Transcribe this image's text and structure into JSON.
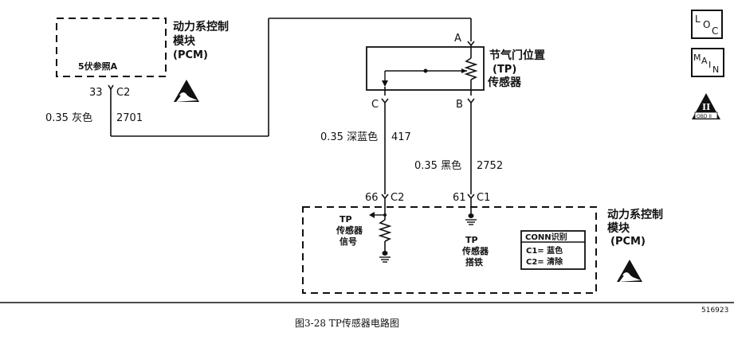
{
  "pcm_top": {
    "title_line1": "动力系控制",
    "title_line2": "模块",
    "title_line3": "(PCM)",
    "ref_text": "5伏参照A"
  },
  "pcm_top_connector": {
    "pin": "33",
    "connector": "C2"
  },
  "wire_2701": {
    "gauge_color": "0.35 灰色",
    "circuit": "2701"
  },
  "tp_sensor": {
    "pin_a": "A",
    "pin_b": "B",
    "pin_c": "C",
    "label_line1": "节气门位置",
    "label_line2": "(TP)",
    "label_line3": "传感器"
  },
  "wire_417": {
    "gauge_color": "0.35 深蓝色",
    "circuit": "417"
  },
  "wire_2752": {
    "gauge_color": "0.35 黑色",
    "circuit": "2752"
  },
  "pcm_bottom_pins": {
    "signal_pin": "66",
    "signal_conn": "C2",
    "ground_pin": "61",
    "ground_conn": "C1"
  },
  "pcm_bottom": {
    "signal_label_line1": "TP",
    "signal_label_line2": "传感器",
    "signal_label_line3": "信号",
    "ground_label_line1": "TP",
    "ground_label_line2": "传感器",
    "ground_label_line3": "搭铁",
    "title_line1": "动力系控制",
    "title_line2": "模块",
    "title_line3": "(PCM)"
  },
  "conn_id": {
    "header": "CONN识别",
    "row1": "C1= 蓝色",
    "row2": "C2= 清除"
  },
  "side_icons": {
    "loc_letters": [
      "L",
      "O",
      "C"
    ],
    "main_letters": [
      "M",
      "A",
      "I",
      "N"
    ],
    "obd_numeral": "II",
    "obd_text": "OBD II"
  },
  "figure": {
    "number": "516923",
    "caption": "图3-28  TP传感器电路图"
  },
  "icon_names": [
    "esd-warning-icon",
    "ground-symbol-icon",
    "loc-icon",
    "main-icon",
    "obd2-icon"
  ]
}
